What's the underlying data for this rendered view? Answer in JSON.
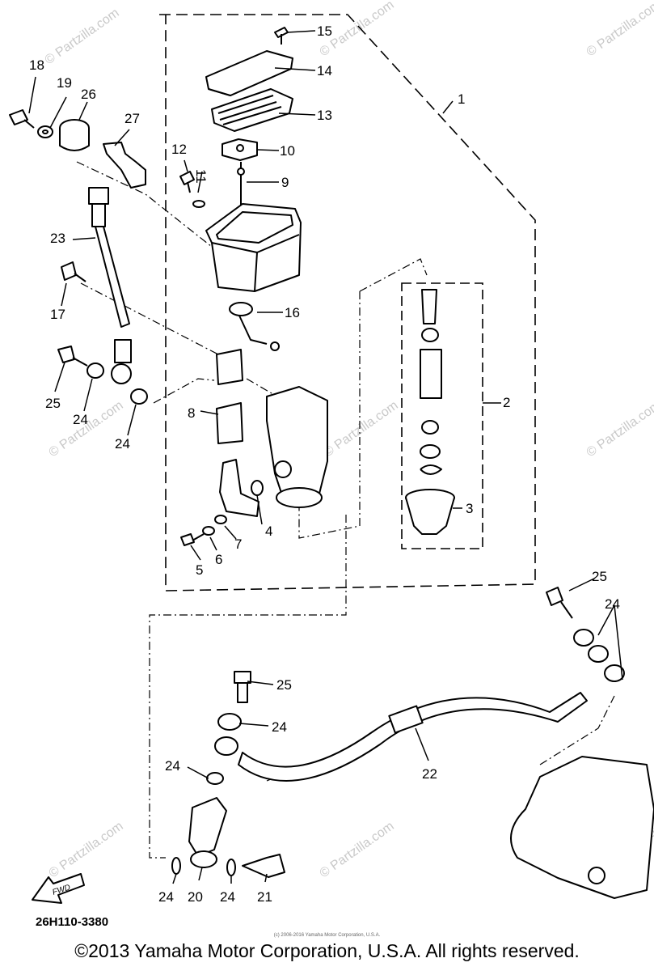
{
  "callouts": {
    "c1": "1",
    "c2": "2",
    "c3": "3",
    "c4": "4",
    "c5": "5",
    "c6": "6",
    "c7": "7",
    "c8": "8",
    "c9": "9",
    "c10": "10",
    "c11": "11",
    "c12": "12",
    "c13": "13",
    "c14": "14",
    "c15": "15",
    "c16": "16",
    "c17": "17",
    "c18": "18",
    "c19": "19",
    "c20": "20",
    "c21": "21",
    "c22": "22",
    "c23": "23",
    "c24a": "24",
    "c24b": "24",
    "c24c": "24",
    "c24d": "24",
    "c24e": "24",
    "c24f": "24",
    "c24g": "24",
    "c25a": "25",
    "c25b": "25",
    "c25c": "25",
    "c26": "26",
    "c27": "27"
  },
  "watermark": "© Partzilla.com",
  "front_arrow_label": "FWD",
  "diagram_code": "26H110-3380",
  "copyright": "©2013 Yamaha Motor Corporation, U.S.A. All rights reserved.",
  "small_copyright": "(c) 2006-2016 Yamaha Motor Corporation, U.S.A."
}
